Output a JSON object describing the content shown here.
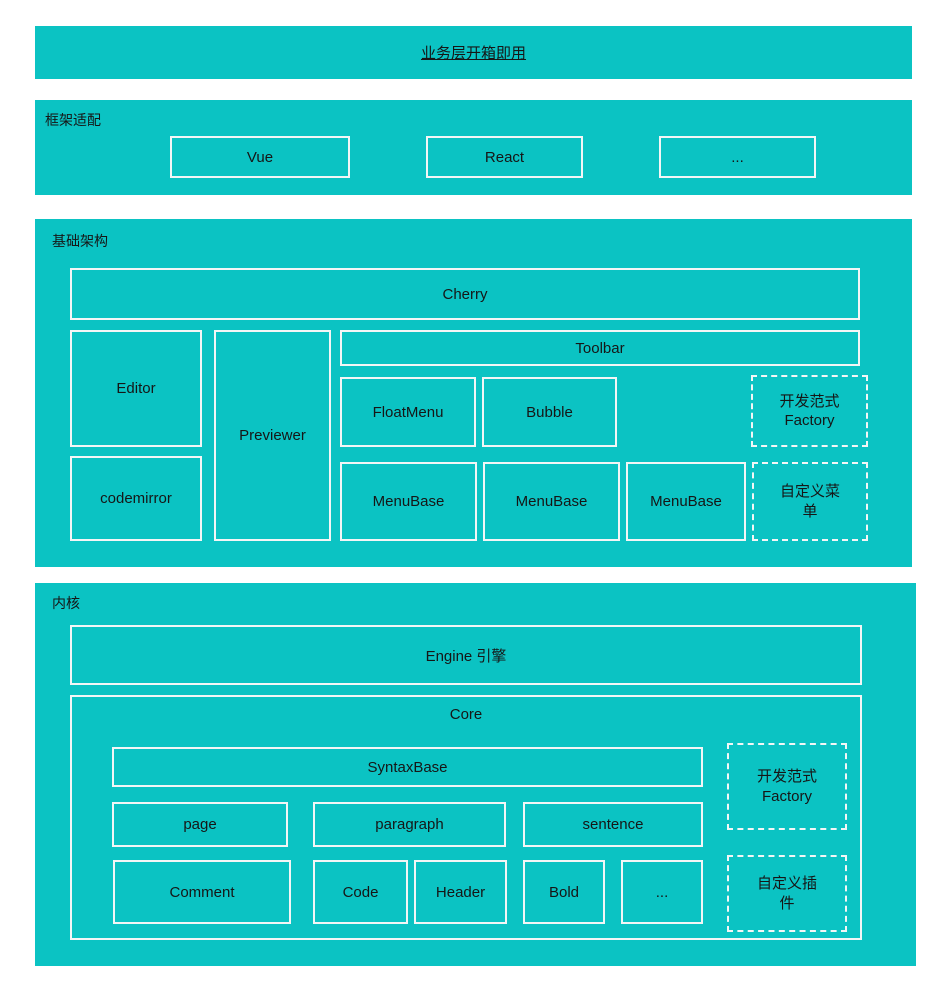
{
  "colors": {
    "section_bg": "#0bc3c3",
    "box_border": "#f3f6f6",
    "text": "#161616",
    "page_bg": "#ffffff"
  },
  "sections": {
    "business": {
      "title": "业务层开箱即用"
    },
    "framework": {
      "label": "框架适配",
      "items": [
        "Vue",
        "React",
        "..."
      ]
    },
    "base": {
      "label": "基础架构",
      "cherry": "Cherry",
      "editor": "Editor",
      "codemirror": "codemirror",
      "previewer": "Previewer",
      "toolbar": "Toolbar",
      "float_menu": "FloatMenu",
      "bubble": "Bubble",
      "menu_base_1": "MenuBase",
      "menu_base_2": "MenuBase",
      "menu_base_3": "MenuBase",
      "factory": "开发范式Factory",
      "custom_menu": "自定义菜单"
    },
    "kernel": {
      "label": "内核",
      "engine": "Engine 引擎",
      "core": "Core",
      "syntax_base": "SyntaxBase",
      "page": "page",
      "paragraph": "paragraph",
      "sentence": "sentence",
      "comment": "Comment",
      "code": "Code",
      "header": "Header",
      "bold": "Bold",
      "more": "...",
      "factory": "开发范式Factory",
      "custom_plugin": "自定义插件"
    }
  }
}
